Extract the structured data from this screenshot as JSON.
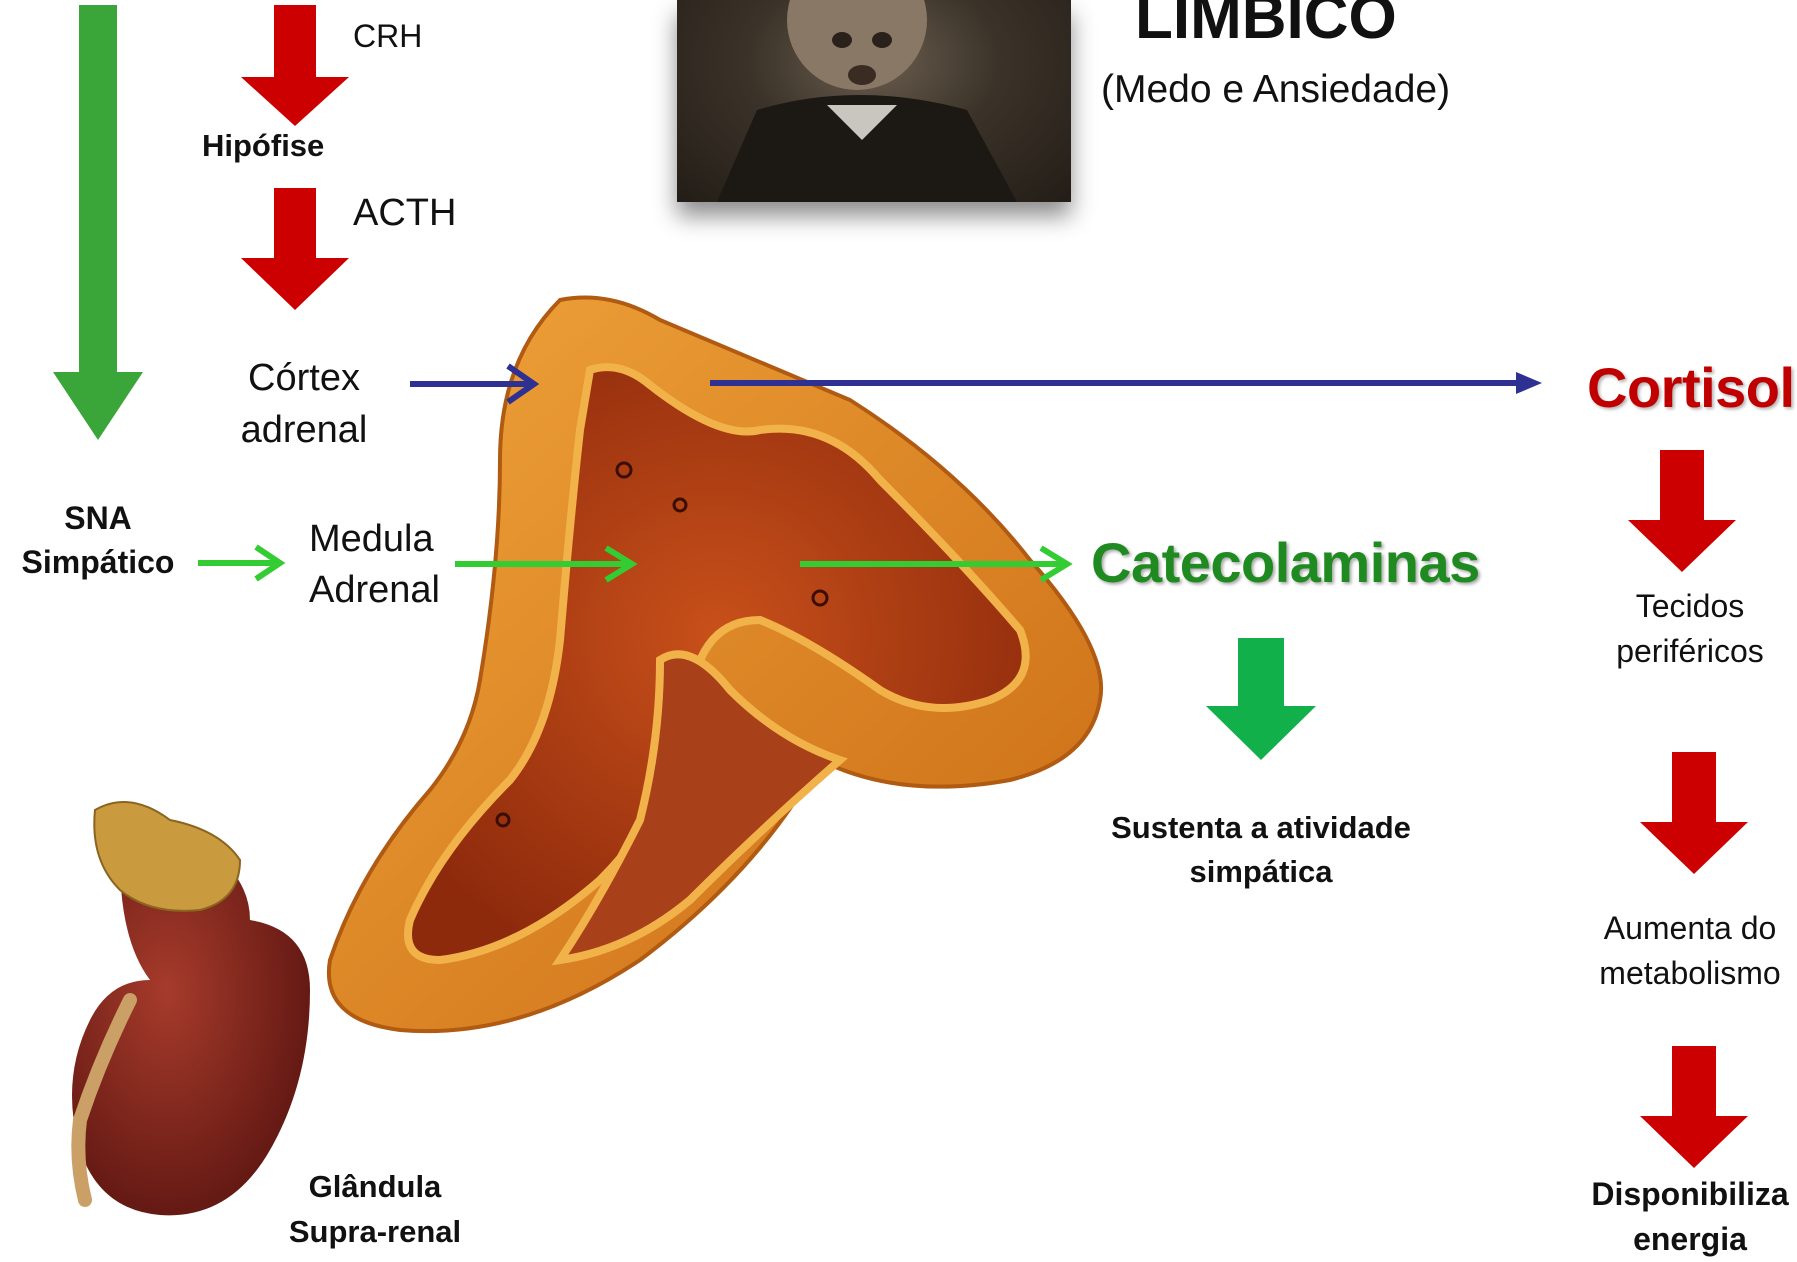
{
  "top": {
    "crh": "CRH",
    "hipofise": "Hipófise",
    "acth": "ACTH",
    "limbico": "LÍMBICO",
    "limbico_sub": "(Medo e Ansiedade)"
  },
  "left": {
    "cortex_line1": "Córtex",
    "cortex_line2": "adrenal",
    "sna_line1": "SNA",
    "sna_line2": "Simpático",
    "medula_line1": "Medula",
    "medula_line2": "Adrenal",
    "glandula_line1": "Glândula",
    "glandula_line2": "Supra-renal"
  },
  "middle": {
    "catecolaminas": "Catecolaminas",
    "sustenta_line1": "Sustenta a atividade",
    "sustenta_line2": "simpática"
  },
  "right": {
    "cortisol": "Cortisol",
    "tecidos_line1": "Tecidos",
    "tecidos_line2": "periféricos",
    "aumenta_line1": "Aumenta do",
    "aumenta_line2": "metabolismo",
    "disponibiliza_line1": "Disponibiliza",
    "disponibiliza_line2": "energia"
  },
  "colors": {
    "red_arrow": "#cc0000",
    "green_arrow": "#3aa63a",
    "bright_green": "#33cc33",
    "blue_arrow": "#2e3192",
    "cortisol_text": "#c00000",
    "catecolaminas_text": "#1f8a1f"
  }
}
